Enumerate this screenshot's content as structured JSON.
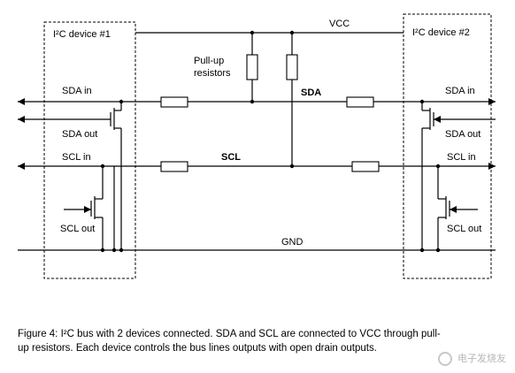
{
  "diagram": {
    "vcc_label": "VCC",
    "gnd_label": "GND",
    "pullup_label_line1": "Pull-up",
    "pullup_label_line2": "resistors",
    "sda_bus_label": "SDA",
    "scl_bus_label": "SCL",
    "device1": {
      "title": "I²C device #1",
      "sda_in": "SDA in",
      "sda_out": "SDA out",
      "scl_in": "SCL in",
      "scl_out": "SCL out"
    },
    "device2": {
      "title": "I²C device #2",
      "sda_in": "SDA in",
      "sda_out": "SDA out",
      "scl_in": "SCL in",
      "scl_out": "SCL out"
    }
  },
  "caption": {
    "line1": "Figure 4: I²C bus with 2 devices connected. SDA and SCL are connected to VCC through pull-",
    "line2": "up resistors. Each device controls the bus lines outputs with open drain outputs."
  },
  "watermark": "电子发烧友"
}
